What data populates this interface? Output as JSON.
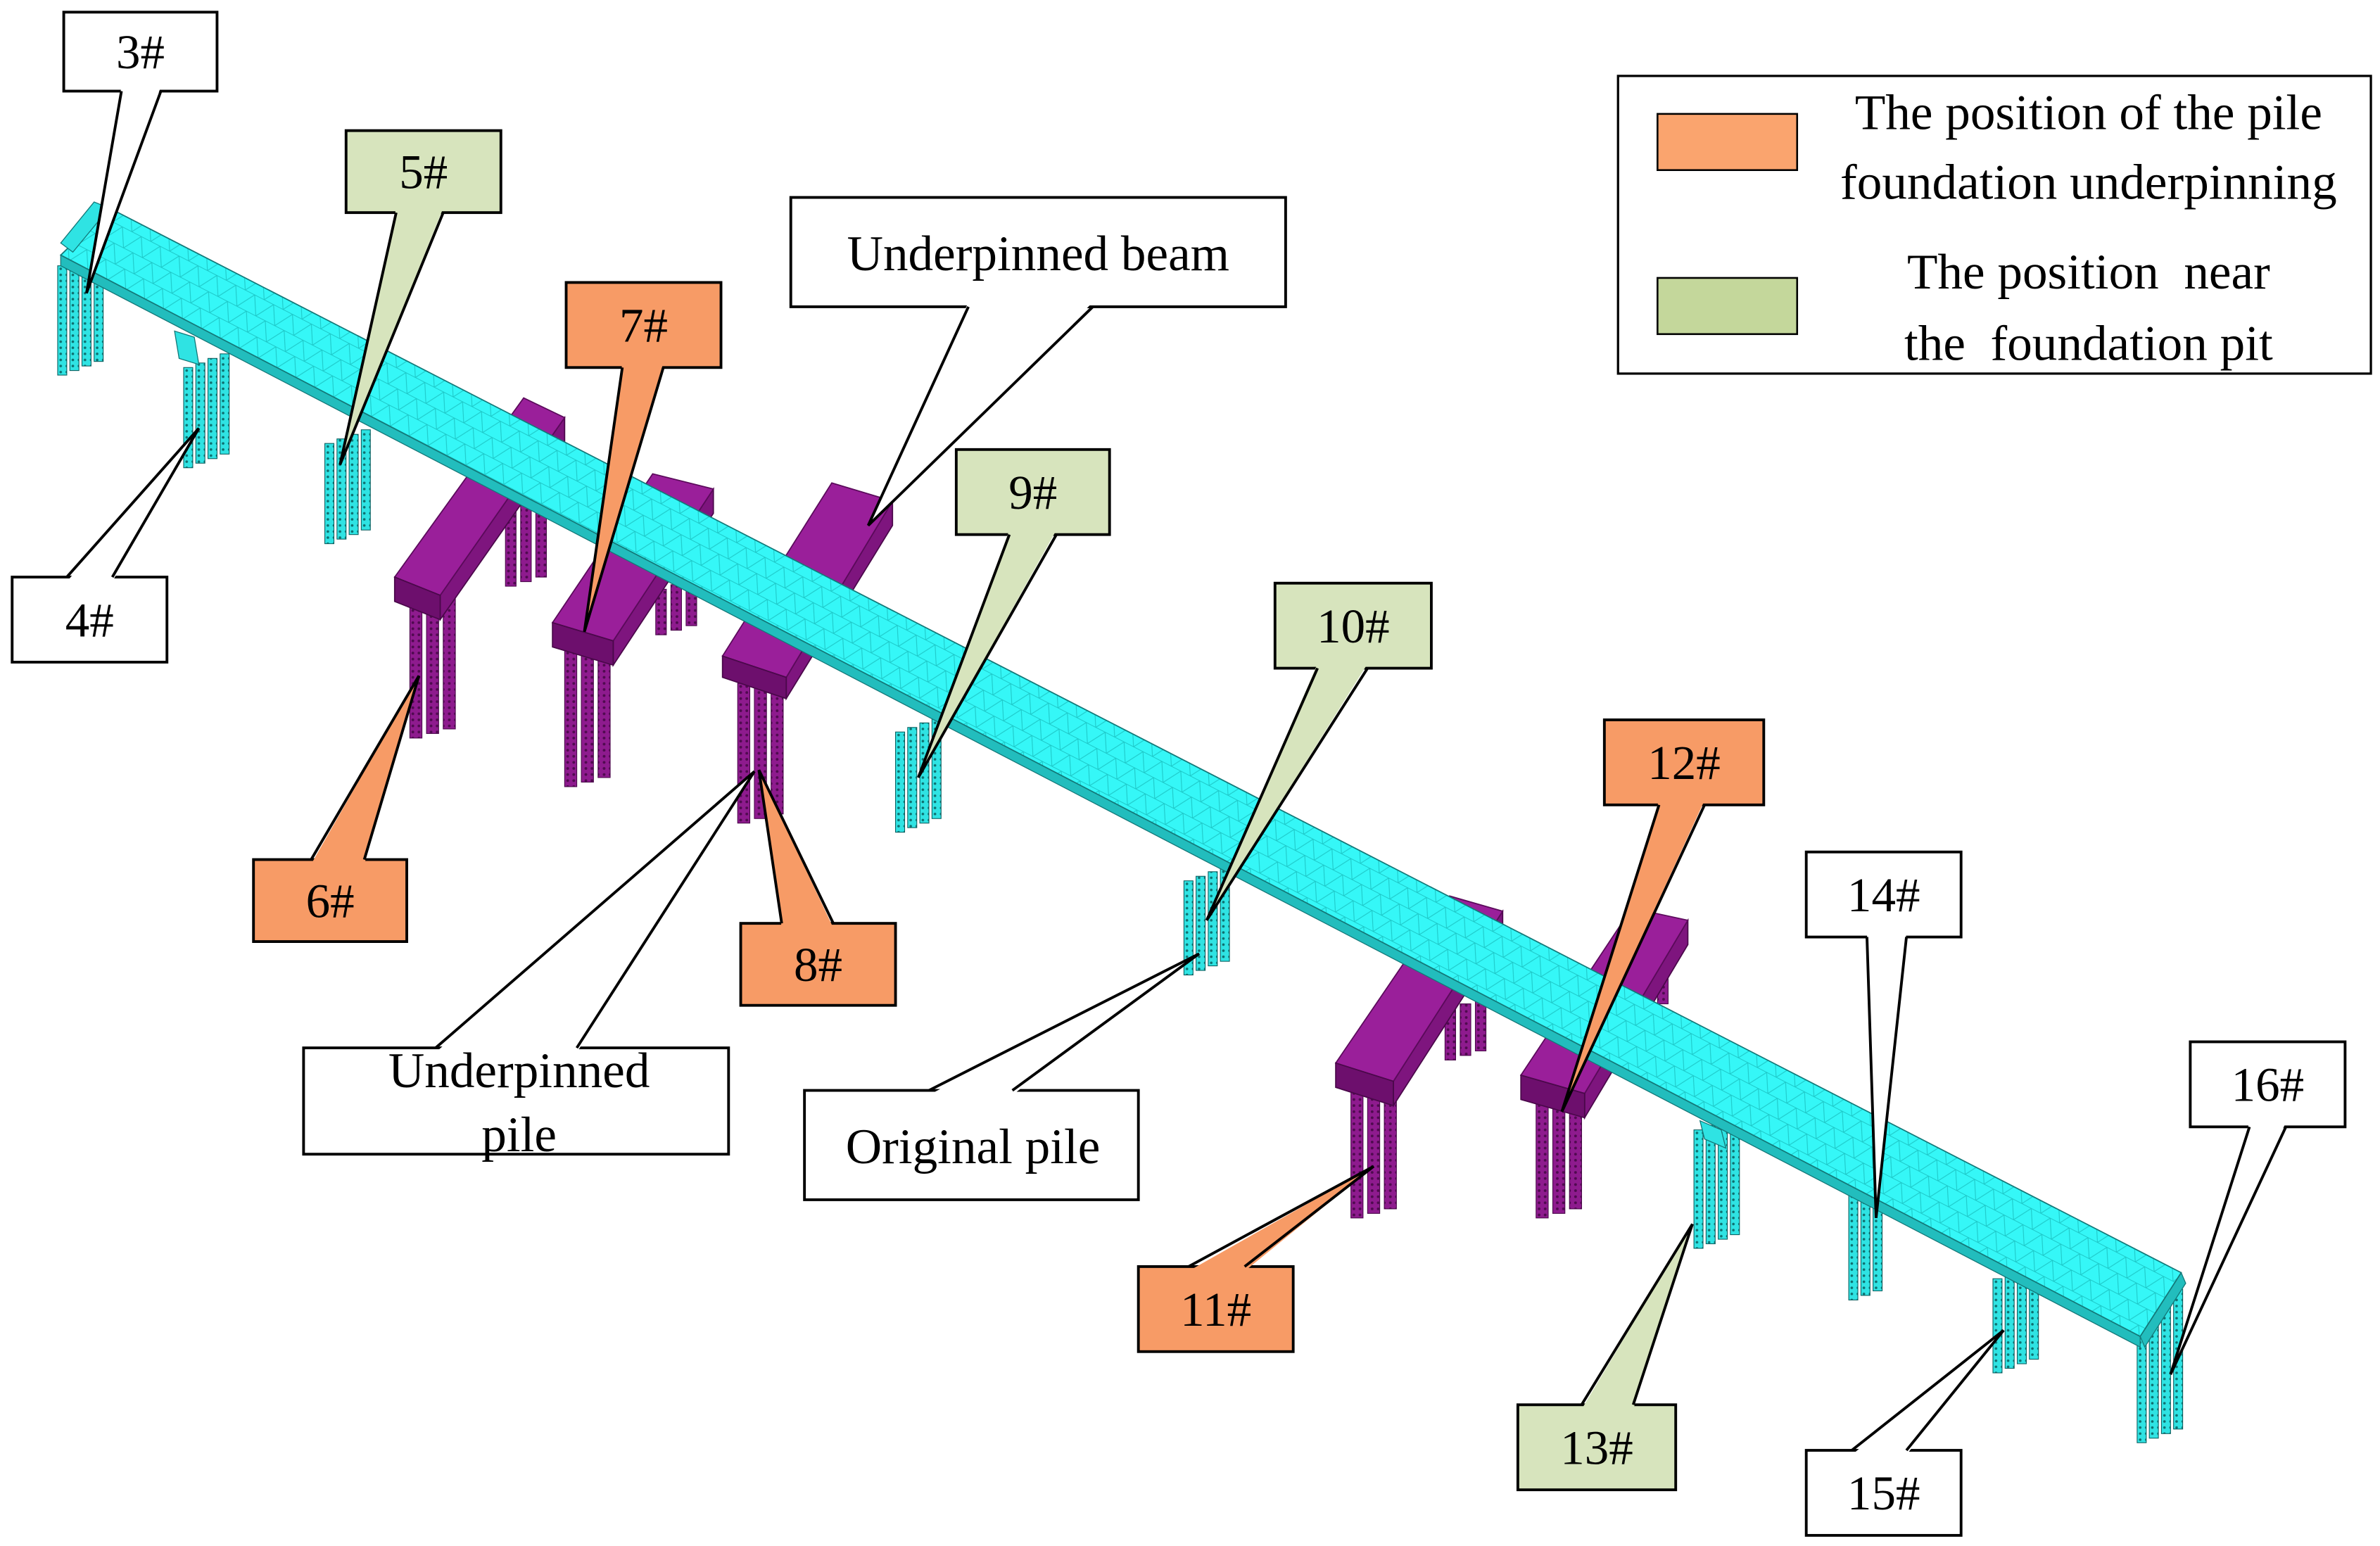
{
  "colors": {
    "beam": "#35F7F7",
    "beam_mesh": "#1EC8C8",
    "beam_side": "#22BDBD",
    "original_pile": "#2FE3E3",
    "underpinned_member": "#8E1B8E"
  },
  "legend": [
    {
      "line1": "The position of the pile",
      "line2": "foundation underpinning",
      "swatch_color": "#FAA46E"
    },
    {
      "line1": "The position  near",
      "line2": "the  foundation pit",
      "swatch_color": "#C4D79B"
    }
  ],
  "callouts": [
    {
      "label": "3#",
      "fill": "#FFFFFF"
    },
    {
      "label": "4#",
      "fill": "#FFFFFF"
    },
    {
      "label": "5#",
      "fill": "#D7E4BD"
    },
    {
      "label": "6#",
      "fill": "#F79B66"
    },
    {
      "label": "7#",
      "fill": "#F79B66"
    },
    {
      "label": "8#",
      "fill": "#F79B66"
    },
    {
      "label": "9#",
      "fill": "#D7E4BD"
    },
    {
      "label": "10#",
      "fill": "#D7E4BD"
    },
    {
      "label": "11#",
      "fill": "#F79B66"
    },
    {
      "label": "12#",
      "fill": "#F79B66"
    },
    {
      "label": "13#",
      "fill": "#D7E4BD"
    },
    {
      "label": "14#",
      "fill": "#FFFFFF"
    },
    {
      "label": "15#",
      "fill": "#FFFFFF"
    },
    {
      "label": "16#",
      "fill": "#FFFFFF"
    }
  ],
  "annotations": {
    "underpinned_beam": "Underpinned beam",
    "underpinned_pile": [
      "Underpinned",
      "pile"
    ],
    "original_pile": "Original pile"
  }
}
